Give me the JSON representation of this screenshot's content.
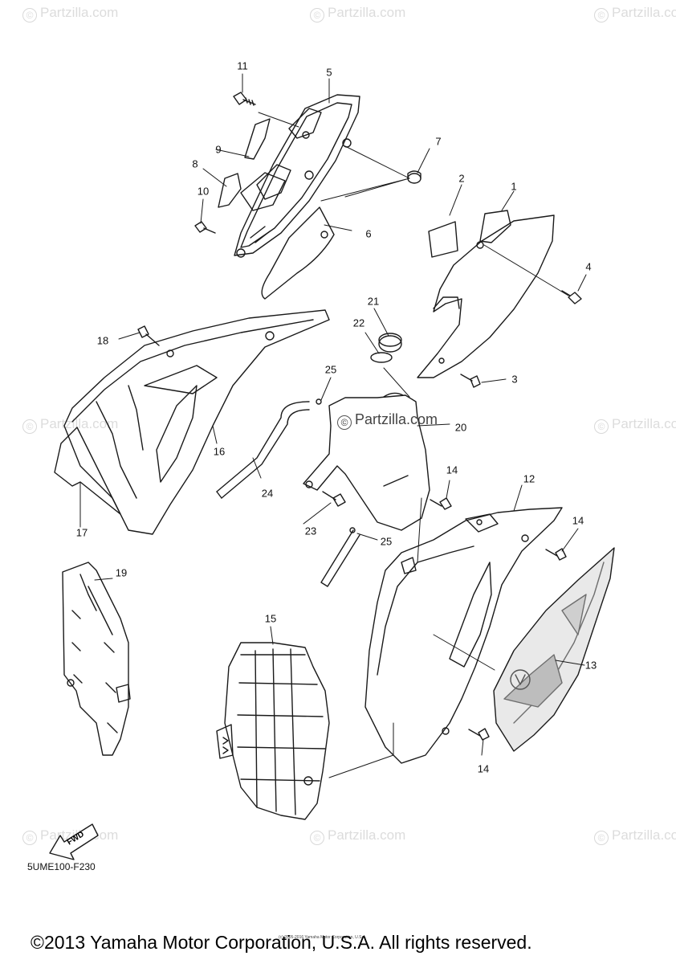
{
  "watermark": {
    "text": "Partzilla.com",
    "symbol": "©"
  },
  "center_watermark": {
    "text": "Partzilla.com",
    "symbol": "©"
  },
  "diagram_code": "5UME100-F230",
  "copyright": "©2013 Yamaha Motor Corporation, U.S.A. All rights reserved.",
  "tiny_note": "(c) 2005-2016 Yamaha Motor Corporation, U.S.A.",
  "fwd_label": "FWD",
  "callouts": {
    "c1": "1",
    "c2": "2",
    "c3": "3",
    "c4": "4",
    "c5": "5",
    "c6": "6",
    "c7": "7",
    "c8": "8",
    "c9": "9",
    "c10": "10",
    "c11": "11",
    "c12": "12",
    "c13": "13",
    "c14a": "14",
    "c14b": "14",
    "c14c": "14",
    "c15": "15",
    "c16": "16",
    "c17": "17",
    "c18": "18",
    "c19": "19",
    "c20": "20",
    "c21": "21",
    "c22": "22",
    "c23": "23",
    "c24": "24",
    "c25a": "25",
    "c25b": "25"
  },
  "colors": {
    "line": "#1a1a1a",
    "watermark": "#dcdcdc",
    "decal": "#6e6e6e"
  }
}
